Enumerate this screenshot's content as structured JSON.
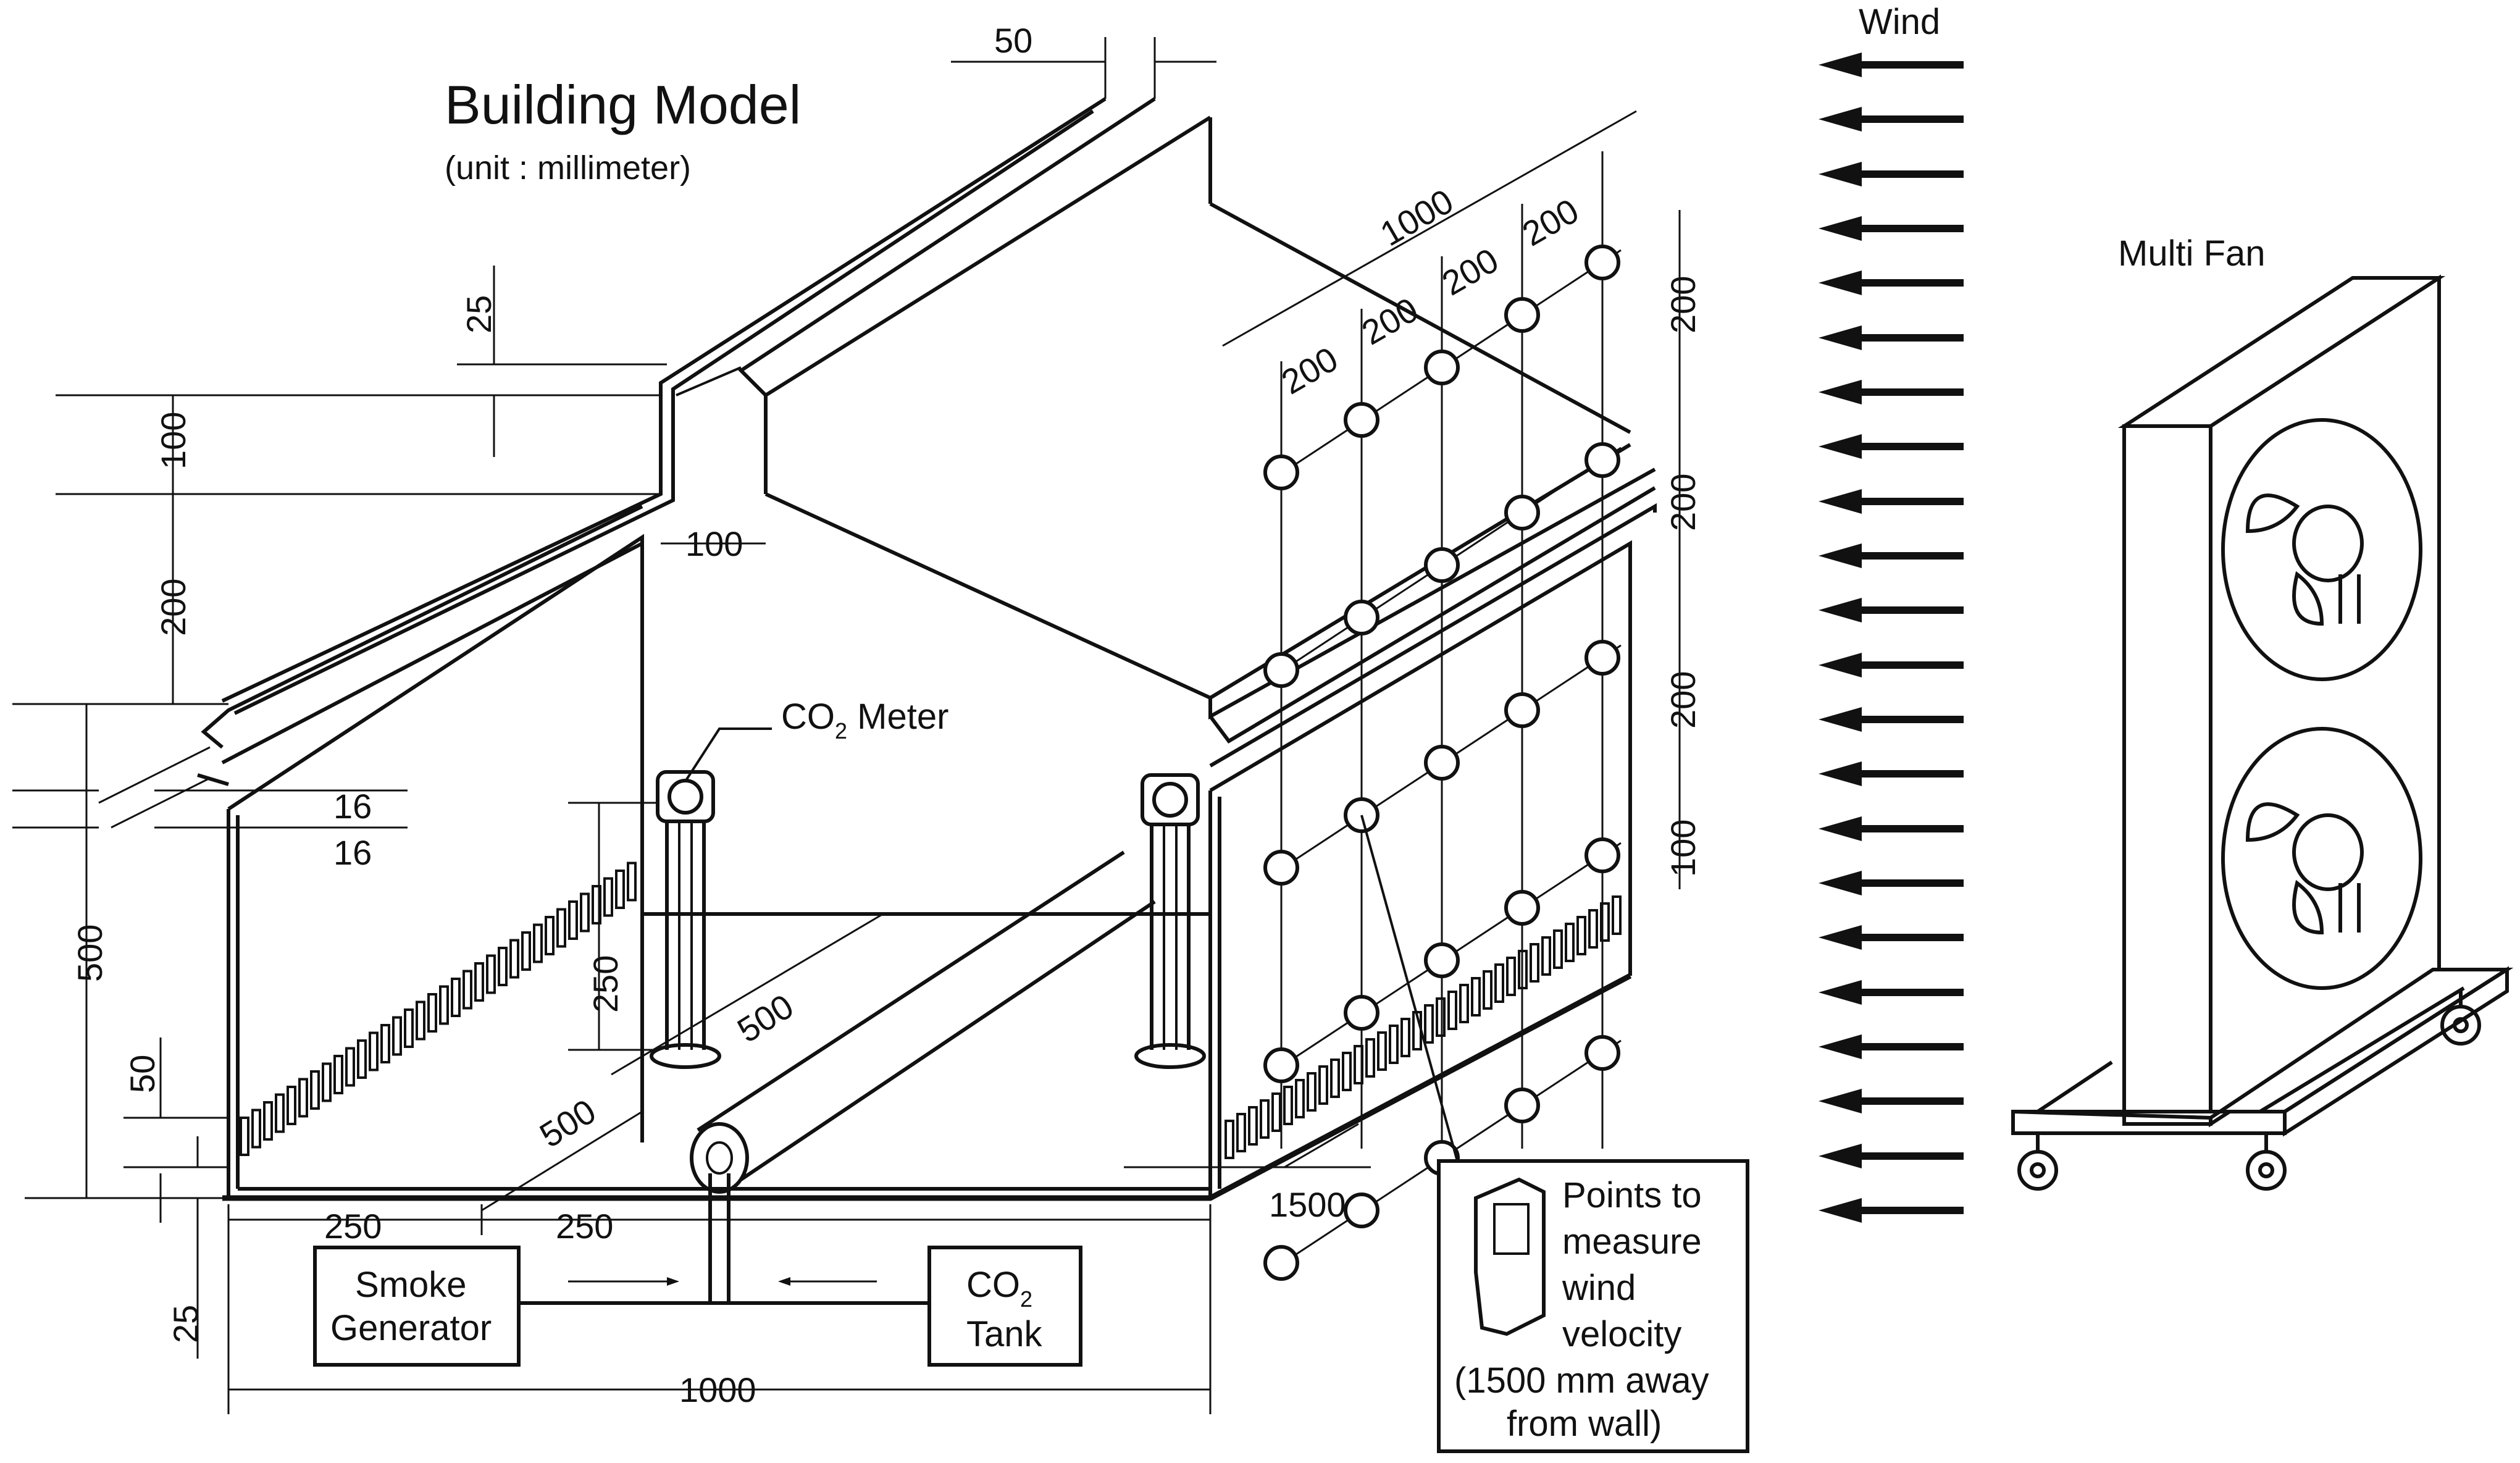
{
  "diagram": {
    "title": "Building  Model",
    "unit": "(unit  :  millimeter)",
    "wind_label": "Wind",
    "multi_fan_label": "Multi  Fan",
    "co2_meter_label": {
      "main": "CO",
      "sub": "2",
      "rest": "  Meter"
    },
    "smoke_generator_label": [
      "Smoke",
      "Generator"
    ],
    "co2_tank_label": {
      "main": "CO",
      "sub": "2",
      "line2": "Tank"
    },
    "points_note": [
      "Points to",
      "measure",
      "wind",
      "velocity",
      "(1500 mm away",
      "from wall)"
    ],
    "dimensions": {
      "top_gap": "50",
      "ridge_25": "25",
      "ridge_100": "100",
      "ridge_width_100": "100",
      "roof_200": "200",
      "eave_16_a": "16",
      "eave_16_b": "16",
      "wall_500": "500",
      "vent_50": "50",
      "base_25": "25",
      "meter_250": "250",
      "floor_500_a": "500",
      "floor_500_b": "500",
      "base_250_left": "250",
      "base_250_right": "250",
      "base_1000": "1000",
      "offset_1500": "1500",
      "grid_1000": "1000",
      "grid_200_1": "200",
      "grid_200_2": "200",
      "grid_200_3": "200",
      "grid_200_4": "200",
      "right_200_1": "200",
      "right_200_2": "200",
      "right_200_3": "200",
      "right_100": "100"
    },
    "wind_arrow_count": 22,
    "measurement_rows": 5,
    "measurement_columns": 5
  }
}
